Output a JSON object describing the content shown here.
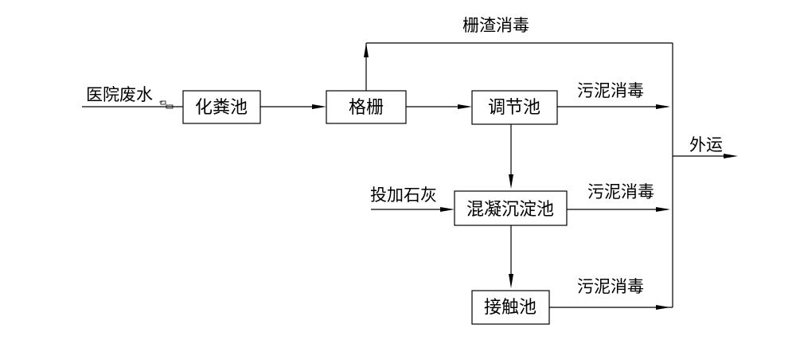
{
  "inputs": {
    "wastewater": "医院废水",
    "lime": "投加石灰"
  },
  "units": {
    "septic_tank": "化粪池",
    "screen": "格栅",
    "equalization_tank": "调节池",
    "coag_sed_tank": "混凝沉淀池",
    "contact_tank": "接触池"
  },
  "streams": {
    "screenings_disinfection": "栅渣消毒",
    "sludge_disinfection_1": "污泥消毒",
    "sludge_disinfection_2": "污泥消毒",
    "sludge_disinfection_3": "污泥消毒",
    "export": "外运"
  }
}
